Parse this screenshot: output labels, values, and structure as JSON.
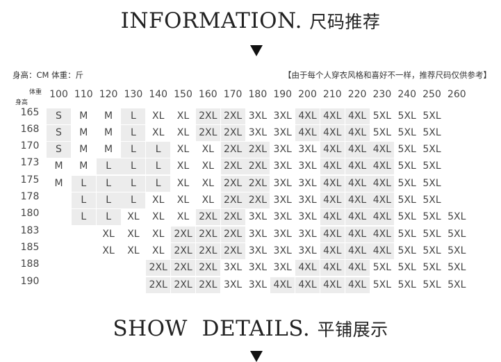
{
  "header": {
    "title_en": "INFORMATION.",
    "title_cn": "尺码推荐"
  },
  "units_note": "身高：CM   体重：斤",
  "disclaimer": "【由于每个人穿衣风格和喜好不一样，推荐尺码仅供参考】",
  "table": {
    "corner_weight": "体重",
    "corner_height": "身高",
    "weights": [
      "100",
      "110",
      "120",
      "130",
      "140",
      "150",
      "160",
      "170",
      "180",
      "190",
      "200",
      "210",
      "220",
      "230",
      "240",
      "250",
      "260"
    ],
    "shaded_sizes": [
      "S",
      "L",
      "2XL",
      "4XL"
    ],
    "rows": [
      {
        "height": "165",
        "sizes": [
          "S",
          "M",
          "M",
          "L",
          "XL",
          "XL",
          "2XL",
          "2XL",
          "3XL",
          "3XL",
          "4XL",
          "4XL",
          "4XL",
          "5XL",
          "5XL",
          "5XL",
          ""
        ]
      },
      {
        "height": "168",
        "sizes": [
          "S",
          "M",
          "M",
          "L",
          "XL",
          "XL",
          "2XL",
          "2XL",
          "3XL",
          "3XL",
          "4XL",
          "4XL",
          "4XL",
          "5XL",
          "5XL",
          "5XL",
          ""
        ]
      },
      {
        "height": "170",
        "sizes": [
          "S",
          "M",
          "M",
          "L",
          "L",
          "XL",
          "XL",
          "2XL",
          "2XL",
          "3XL",
          "3XL",
          "4XL",
          "4XL",
          "4XL",
          "5XL",
          "5XL",
          ""
        ]
      },
      {
        "height": "173",
        "sizes": [
          "M",
          "M",
          "L",
          "L",
          "L",
          "XL",
          "XL",
          "2XL",
          "2XL",
          "3XL",
          "3XL",
          "4XL",
          "4XL",
          "4XL",
          "5XL",
          "5XL",
          ""
        ]
      },
      {
        "height": "175",
        "sizes": [
          "M",
          "L",
          "L",
          "L",
          "L",
          "XL",
          "XL",
          "2XL",
          "2XL",
          "3XL",
          "3XL",
          "4XL",
          "4XL",
          "4XL",
          "5XL",
          "5XL",
          ""
        ]
      },
      {
        "height": "178",
        "sizes": [
          "",
          "L",
          "L",
          "L",
          "XL",
          "XL",
          "XL",
          "2XL",
          "2XL",
          "3XL",
          "3XL",
          "4XL",
          "4XL",
          "4XL",
          "5XL",
          "5XL",
          ""
        ]
      },
      {
        "height": "180",
        "sizes": [
          "",
          "L",
          "L",
          "XL",
          "XL",
          "XL",
          "2XL",
          "2XL",
          "3XL",
          "3XL",
          "3XL",
          "4XL",
          "4XL",
          "4XL",
          "5XL",
          "5XL",
          "5XL"
        ]
      },
      {
        "height": "183",
        "sizes": [
          "",
          "",
          "XL",
          "XL",
          "XL",
          "2XL",
          "2XL",
          "2XL",
          "3XL",
          "3XL",
          "3XL",
          "4XL",
          "4XL",
          "4XL",
          "5XL",
          "5XL",
          "5XL"
        ]
      },
      {
        "height": "185",
        "sizes": [
          "",
          "",
          "XL",
          "XL",
          "XL",
          "2XL",
          "2XL",
          "2XL",
          "3XL",
          "3XL",
          "3XL",
          "4XL",
          "4XL",
          "4XL",
          "5XL",
          "5XL",
          "5XL"
        ]
      },
      {
        "height": "188",
        "sizes": [
          "",
          "",
          "",
          "",
          "2XL",
          "2XL",
          "2XL",
          "3XL",
          "3XL",
          "3XL",
          "4XL",
          "4XL",
          "4XL",
          "5XL",
          "5XL",
          "5XL",
          "5XL"
        ]
      },
      {
        "height": "190",
        "sizes": [
          "",
          "",
          "",
          "",
          "2XL",
          "2XL",
          "2XL",
          "3XL",
          "3XL",
          "4XL",
          "4XL",
          "4XL",
          "4XL",
          "5XL",
          "5XL",
          "5XL",
          "5XL"
        ]
      }
    ]
  },
  "footer": {
    "title_en": "SHOW  DETAILS.",
    "title_cn": "平铺展示"
  }
}
